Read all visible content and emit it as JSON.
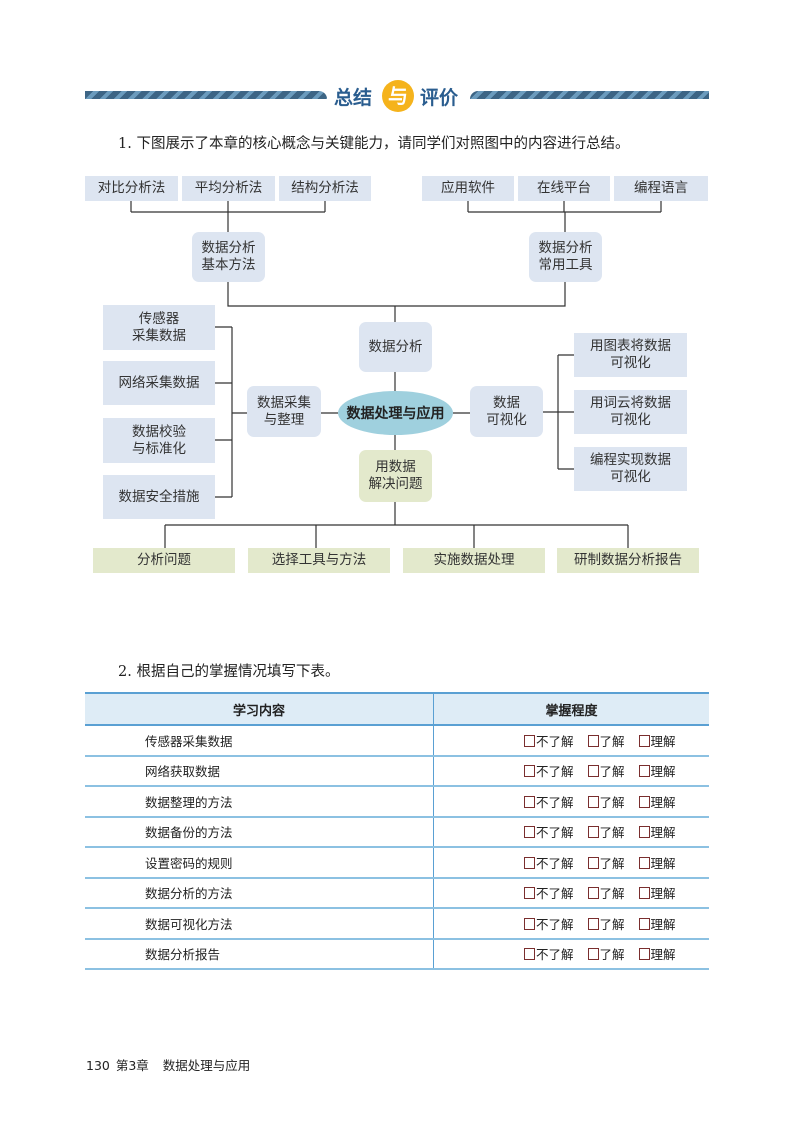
{
  "header": {
    "left": "总结",
    "badge": "与",
    "right": "评价"
  },
  "q1": "1. 下图展示了本章的核心概念与关键能力，请同学们对照图中的内容进行总结。",
  "mindmap": {
    "center": "数据处理与应用",
    "methods": [
      "对比分析法",
      "平均分析法",
      "结构分析法"
    ],
    "methods_parent": "数据分析\n基本方法",
    "tools": [
      "应用软件",
      "在线平台",
      "编程语言"
    ],
    "tools_parent": "数据分析\n常用工具",
    "analysis": "数据分析",
    "collect": "数据采集\n与整理",
    "collect_items": [
      "传感器\n采集数据",
      "网络采集数据",
      "数据校验\n与标准化",
      "数据安全措施"
    ],
    "visual": "数据\n可视化",
    "visual_items": [
      "用图表将数据\n可视化",
      "用词云将数据\n可视化",
      "编程实现数据\n可视化"
    ],
    "solve": "用数据\n解决问题",
    "solve_items": [
      "分析问题",
      "选择工具与方法",
      "实施数据处理",
      "研制数据分析报告"
    ]
  },
  "q2": "2. 根据自己的掌握情况填写下表。",
  "table": {
    "headers": [
      "学习内容",
      "掌握程度"
    ],
    "options": [
      "不了解",
      "了解",
      "理解"
    ],
    "rows": [
      "传感器采集数据",
      "网络获取数据",
      "数据整理的方法",
      "数据备份的方法",
      "设置密码的规则",
      "数据分析的方法",
      "数据可视化方法",
      "数据分析报告"
    ]
  },
  "footer": {
    "page": "130",
    "chapter": "第3章",
    "title": "数据处理与应用"
  }
}
